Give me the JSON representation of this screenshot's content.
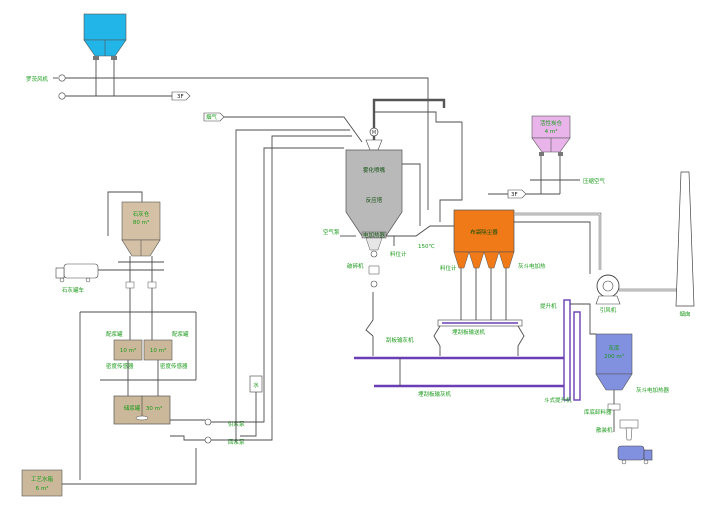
{
  "labels": {
    "silo_top": "",
    "blower": "罗茨风机",
    "valve_to_3f": "3F",
    "fresh_air": "烟气",
    "atomizer_tower": "雾化喷嘴",
    "reactor": "反应塔",
    "electric_heater_reactor": "电加热器",
    "air_compressor": "空气泵",
    "temp_150": "150℃",
    "vibrator": "破碎机",
    "level_gauge_reactor": "料位计",
    "ash_hopper_small": "活性炭仓",
    "ash_hopper_small_vol": "4 m³",
    "compressed_air": "压缩空气",
    "valve_3f_right": "3F",
    "bag_filter": "布袋除尘器",
    "level_gauge_bag": "料位计",
    "ash_hopper_heater": "灰斗电加热",
    "induced_fan": "引风机",
    "chimney": "烟囱",
    "lime_silo": "石灰仓",
    "lime_silo_vol": "80 m³",
    "lime_truck": "石灰罐车",
    "slurry_tank_left": "配浆罐",
    "slurry_tank_right": "配浆罐",
    "tank_left_vol": "10 m³",
    "tank_right_vol": "10 m³",
    "density_left": "密度传感器",
    "density_right": "密度传感器",
    "storage_tank": "储浆罐",
    "storage_tank_vol": "30 m³",
    "pump_a": "供浆泵",
    "pump_b": "回浆泵",
    "process_water_tank": "工艺水箱",
    "process_water_vol": "6 m³",
    "scraper_conveyor_top": "埋刮板输送机",
    "scraper_conveyor_mid": "刮板输灰机",
    "scraper_conveyor_bot": "埋刮板输灰机",
    "bucket_elevator_1": "提升机",
    "bucket_elevator_2": "斗式提升机",
    "ash_silo": "灰库",
    "ash_silo_vol": "200 m³",
    "ash_silo_heater": "灰斗电加热器",
    "humidifier": "库底卸料器",
    "truck_unload": "散装机",
    "water_label": "水"
  },
  "colors": {
    "cyan_silo": "#22b5e8",
    "lime_silo": "#d4c0a4",
    "reactor": "#b9b9b9",
    "bag_filter": "#f07a18",
    "pink_hopper": "#e8b4ea",
    "ash_silo": "#8290e0",
    "tank": "#cbb89a",
    "conveyor": "#6a3fb5",
    "label_green": "#1a9a1a"
  }
}
